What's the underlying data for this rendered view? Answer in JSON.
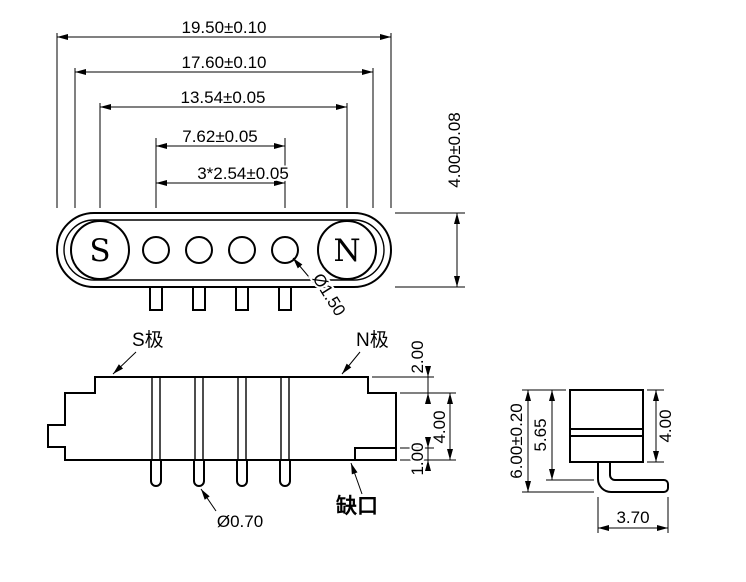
{
  "page": {
    "background": "#ffffff",
    "line_color": "#000000"
  },
  "top_view": {
    "magnet_s": "S",
    "magnet_n": "N",
    "dim_overall_length": "19.50±0.10",
    "dim_body_length": "17.60±0.10",
    "dim_magnet_center_distance": "13.54±0.05",
    "dim_pin_span": "7.62±0.05",
    "dim_pin_pitch": "3*2.54±0.05",
    "dim_height": "4.00±0.08",
    "dim_pin_diameter": "Ø1.50"
  },
  "front_view": {
    "label_s_pole": "S极",
    "label_n_pole": "N极",
    "label_notch": "缺口",
    "dim_step_height": "2.00",
    "dim_body_height": "4.00",
    "dim_notch_depth": "1.00",
    "dim_pin_tip_diameter": "Ø0.70"
  },
  "side_view": {
    "dim_overall_height": "6.00±0.20",
    "dim_partial_height": "5.65",
    "dim_body_height": "4.00",
    "dim_foot_length": "3.70"
  }
}
